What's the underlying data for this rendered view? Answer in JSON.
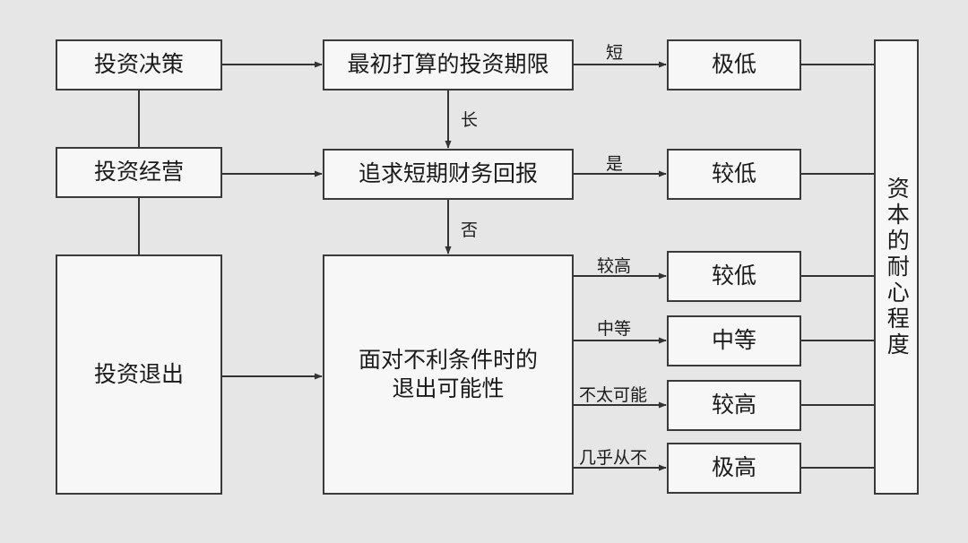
{
  "nodes": {
    "decision": "投资决策",
    "operation": "投资经营",
    "exit": "投资退出",
    "horizon": "最初打算的投资期限",
    "short_return": "追求短期财务回报",
    "exit_possibility": "面对不利条件时的\n退出可能性",
    "level_very_low": "极低",
    "level_low_1": "较低",
    "level_low_2": "较低",
    "level_medium": "中等",
    "level_high": "较高",
    "level_very_high": "极高",
    "patience": "资本的耐心程度"
  },
  "edge_labels": {
    "short": "短",
    "long": "长",
    "yes": "是",
    "no": "否",
    "higher": "较高",
    "medium": "中等",
    "unlikely": "不太可能",
    "almost_never": "几乎从不"
  },
  "colors": {
    "line": "#333333",
    "box_border": "#3a3a3a",
    "box_fill": "#f7f7f7",
    "background": "#e6e6e6"
  }
}
